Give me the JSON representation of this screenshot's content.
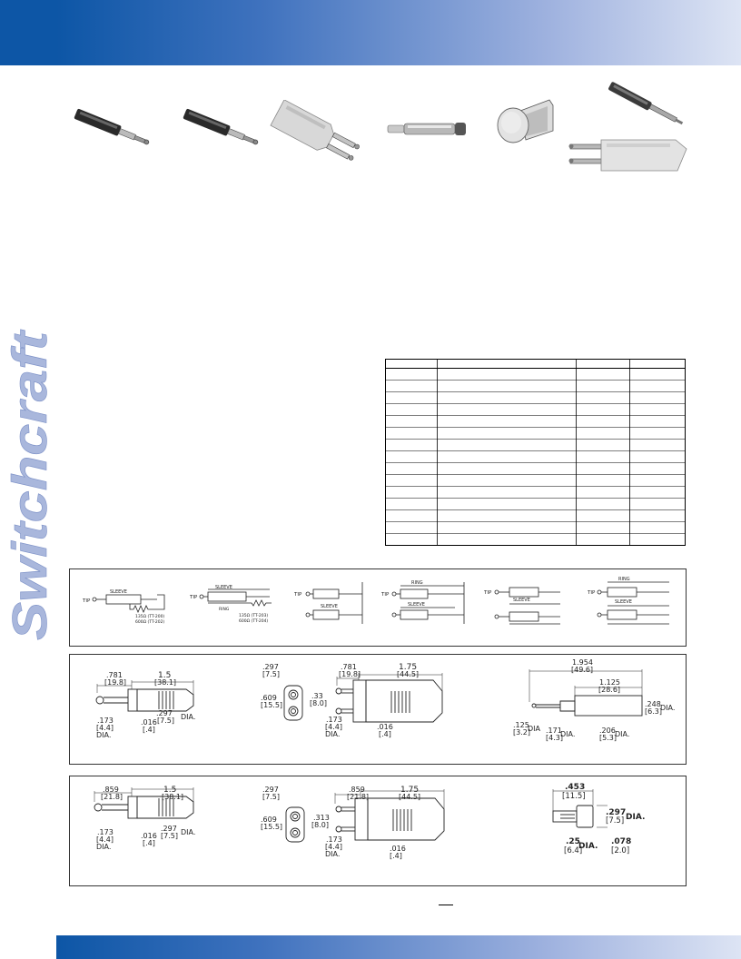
{
  "brand": {
    "wordmark": "Switchcraft",
    "colors": {
      "primary": "#0d56a6",
      "light": "#dde4f4",
      "wordmark": "#a9b7dc"
    }
  },
  "photos": [
    {
      "name": "straight-plug-photo",
      "icon": "plug-photo"
    },
    {
      "name": "straight-plug-photo-2",
      "icon": "plug-photo"
    },
    {
      "name": "dual-plug-angled-photo",
      "icon": "dual-plug-photo"
    },
    {
      "name": "tip-jack-photo",
      "icon": "tip-jack-photo"
    },
    {
      "name": "panel-jack-photo",
      "icon": "panel-jack-photo"
    },
    {
      "name": "pin-plug-and-dual-plug-photo",
      "icon": "pin-plug-photo"
    }
  ],
  "schematics": [
    {
      "sleeve": "SLEEVE",
      "tip": "TIP",
      "res_a": "135Ω (TT-200)",
      "res_b": "600Ω (TT-202)"
    },
    {
      "sleeve": "SLEEVE",
      "tip": "TIP",
      "ring": "RING",
      "res_a": "135Ω (TT-203)",
      "res_b": "600Ω (TT-204)"
    },
    {
      "sleeve": "SLEEVE",
      "tip": "TIP"
    },
    {
      "sleeve": "SLEEVE",
      "tip": "TIP",
      "ring": "RING"
    },
    {
      "sleeve": "SLEEVE",
      "tip": "TIP"
    },
    {
      "sleeve": "SLEEVE",
      "tip": "TIP",
      "ring": "RING"
    }
  ],
  "dims_row1": {
    "a": {
      "len1": ".781",
      "len1mm": "[19.8]",
      "len2": "1.5",
      "len2mm": "[38.1]",
      "d1": ".173",
      "d1mm": "[4.4]",
      "d1lbl": "DIA.",
      "t": ".016",
      "tmm": "[.4]",
      "d2": ".297",
      "d2mm": "[7.5]",
      "d2lbl": "DIA."
    },
    "b": {
      "w": ".297",
      "wmm": "[7.5]",
      "h": ".609",
      "hmm": "[15.5]",
      "p": ".33",
      "pmm": "[8.0]",
      "len1": ".781",
      "len1mm": "[19.8]",
      "len2": "1.75",
      "len2mm": "[44.5]",
      "d1": ".173",
      "d1mm": "[4.4]",
      "d1lbl": "DIA.",
      "t": ".016",
      "tmm": "[.4]"
    },
    "c": {
      "len": "1.954",
      "lenmm": "[49.6]",
      "len2": "1.125",
      "len2mm": "[28.6]",
      "d": ".248",
      "dmm": "[6.3]",
      "dlbl": "DIA.",
      "a": ".125",
      "amm": "[3.2]",
      "albl": "DIA",
      "b": ".171",
      "bmm": "[4.3]",
      "blbl": "DIA.",
      "c": ".206",
      "cmm": "[5.3]",
      "clbl": "DIA."
    }
  },
  "dims_row2": {
    "a": {
      "len1": ".859",
      "len1mm": "[21.8]",
      "len2": "1.5",
      "len2mm": "[38.1]",
      "d1": ".173",
      "d1mm": "[4.4]",
      "d1lbl": "DIA.",
      "t": ".016",
      "tmm": "[.4]",
      "d2": ".297",
      "d2mm": "[7.5]",
      "d2lbl": "DIA."
    },
    "b": {
      "w": ".297",
      "wmm": "[7.5]",
      "h": ".609",
      "hmm": "[15.5]",
      "p": ".313",
      "pmm": "[8.0]",
      "len1": ".859",
      "len1mm": "[21.8]",
      "len2": "1.75",
      "len2mm": "[44.5]",
      "d1": ".173",
      "d1mm": "[4.4]",
      "d1lbl": "DIA.",
      "t": ".016",
      "tmm": "[.4]"
    },
    "c": {
      "len": ".453",
      "lenmm": "[11.5]",
      "d": ".297",
      "dmm": "[7.5]",
      "dlbl": "DIA.",
      "a": ".25",
      "amm": "[6.4]",
      "albl": "DIA.",
      "b": ".078",
      "bmm": "[2.0]"
    }
  }
}
